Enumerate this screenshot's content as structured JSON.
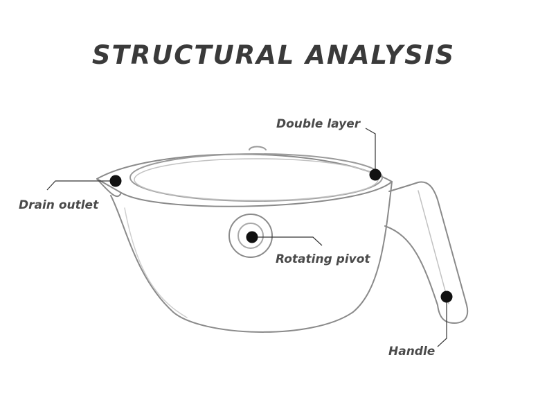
{
  "title": "STRUCTURAL ANALYSIS",
  "labels": {
    "double_layer": "Double layer",
    "drain_outlet": "Drain outlet",
    "rotating_pivot": "Rotating pivot",
    "handle": "Handle"
  },
  "colors": {
    "title": "#3a3a3a",
    "label": "#4a4a4a",
    "outline": "#8a8a8a",
    "marker": "#111111"
  }
}
